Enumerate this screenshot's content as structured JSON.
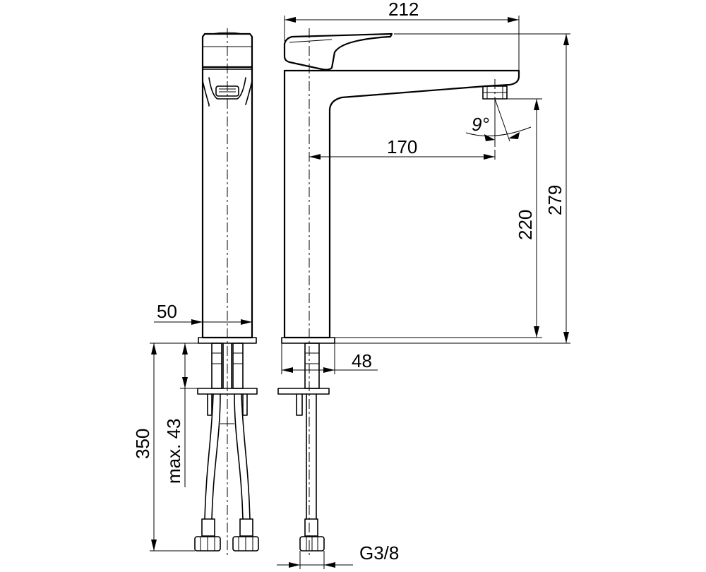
{
  "dimensions": {
    "overall_length": "212",
    "spout_reach": "170",
    "spray_angle": "9°",
    "height_outlet": "220",
    "height_total": "279",
    "body_width": "50",
    "base_width": "48",
    "hose_length": "350",
    "mount_thickness": "max. 43",
    "thread": "G3/8"
  }
}
